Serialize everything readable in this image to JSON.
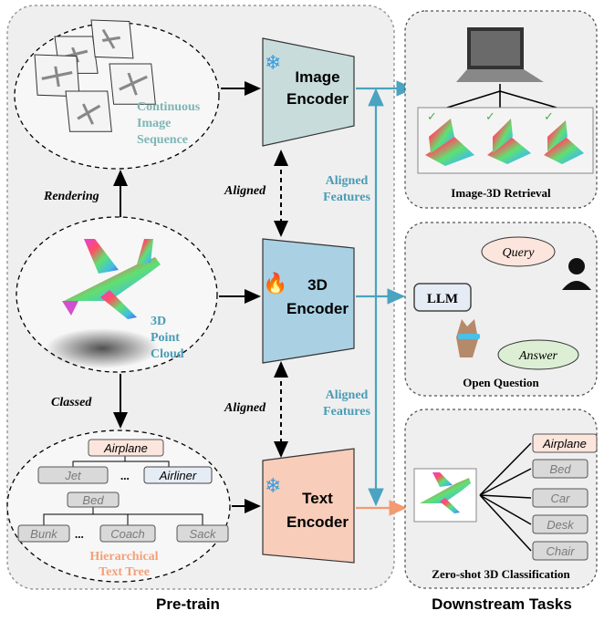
{
  "pretrain": {
    "title": "Pre-train",
    "image_sequence_label": [
      "Continuous",
      "Image",
      "Sequence"
    ],
    "rendering_label": "Rendering",
    "point_cloud_label": [
      "3D",
      "Point",
      "Cloud"
    ],
    "classed_label": "Classed",
    "text_tree": {
      "root": "Airplane",
      "children": [
        "Jet",
        "...",
        "Airliner"
      ],
      "bed": "Bed",
      "bed_children": [
        "Bunk",
        "...",
        "Coach",
        "Sack"
      ],
      "caption": [
        "Hierarchical",
        "Text Tree"
      ]
    }
  },
  "encoders": {
    "image": [
      "Image",
      "Encoder"
    ],
    "point": [
      "3D",
      "Encoder"
    ],
    "text": [
      "Text",
      "Encoder"
    ]
  },
  "aligned_labels": [
    "Aligned",
    "Aligned"
  ],
  "aligned_features": [
    [
      "Aligned",
      "Features"
    ],
    [
      "Aligned",
      "Features"
    ]
  ],
  "downstream": {
    "title": "Downstream Tasks",
    "retrieval": {
      "caption": "Image-3D Retrieval"
    },
    "open_question": {
      "query": "Query",
      "llm": "LLM",
      "answer": "Answer",
      "caption": "Open Question"
    },
    "zero_shot": {
      "classes": [
        "Airplane",
        "Bed",
        "Car",
        "Desk",
        "Chair"
      ],
      "caption": "Zero-shot 3D Classification"
    }
  },
  "colors": {
    "accent_teal": "#4a9bb5",
    "text_encoder": "#f8c8b4",
    "image_encoder": "#bfd6d6",
    "point_encoder": "#a8cfe0",
    "caption_orange": "#f4a07a",
    "arrow_teal": "#4aa3c0",
    "arrow_orange": "#f49a70"
  },
  "icons": [
    "snowflake-icon",
    "fire-icon",
    "user-icon",
    "laptop-icon",
    "llama-icon",
    "airplane-pointcloud-icon"
  ]
}
